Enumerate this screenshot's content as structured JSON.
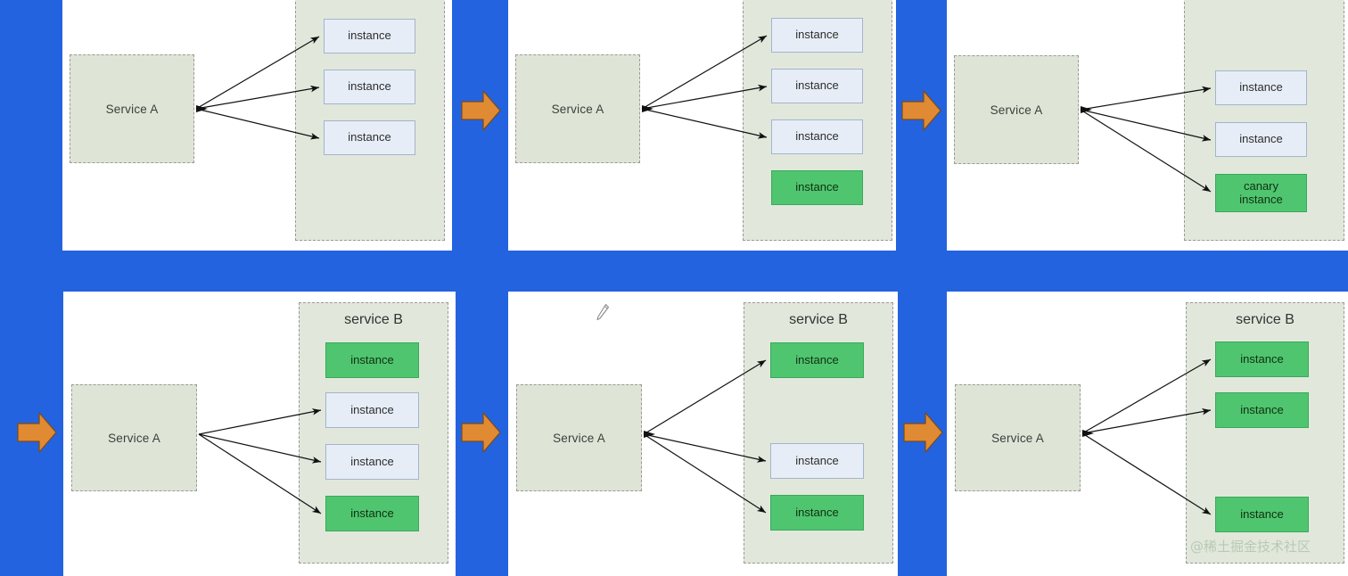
{
  "meta": {
    "background_color": "#2463DF",
    "panel_color": "#ffffff",
    "service_box_color": "#DEE5D6",
    "service_group_color": "#E1E8DB",
    "instance_blue": "#E7EDF7",
    "instance_green": "#4FC56F",
    "step_arrow_color": "#E08A33",
    "watermark_color": "#b9c9b6"
  },
  "labels": {
    "service_a": "Service A",
    "service_b": "service B",
    "instance": "instance",
    "canary_instance_line1": "canary",
    "canary_instance_line2": "instance"
  },
  "watermark": {
    "text": "@稀土掘金技术社区"
  },
  "panels": [
    {
      "id": "panel-1",
      "row": 1,
      "col": 1,
      "source": "Service A",
      "group_title": null,
      "instances": [
        {
          "label": "instance",
          "state": "blue",
          "arrow": true
        },
        {
          "label": "instance",
          "state": "blue",
          "arrow": true
        },
        {
          "label": "instance",
          "state": "blue",
          "arrow": true
        }
      ]
    },
    {
      "id": "panel-2",
      "row": 1,
      "col": 2,
      "source": "Service A",
      "group_title": null,
      "instances": [
        {
          "label": "instance",
          "state": "blue",
          "arrow": true
        },
        {
          "label": "instance",
          "state": "blue",
          "arrow": true
        },
        {
          "label": "instance",
          "state": "blue",
          "arrow": true
        },
        {
          "label": "instance",
          "state": "green",
          "arrow": false
        }
      ]
    },
    {
      "id": "panel-3",
      "row": 1,
      "col": 3,
      "source": "Service A",
      "group_title": null,
      "instances": [
        {
          "label": "instance",
          "state": "blue",
          "arrow": true
        },
        {
          "label": "instance",
          "state": "blue",
          "arrow": true
        },
        {
          "label": "canary instance",
          "state": "green",
          "arrow": true
        }
      ]
    },
    {
      "id": "panel-4",
      "row": 2,
      "col": 1,
      "source": "Service A",
      "group_title": "service B",
      "instances": [
        {
          "label": "instance",
          "state": "green",
          "arrow": false
        },
        {
          "label": "instance",
          "state": "blue",
          "arrow": true
        },
        {
          "label": "instance",
          "state": "blue",
          "arrow": true
        },
        {
          "label": "instance",
          "state": "green",
          "arrow": true
        }
      ]
    },
    {
      "id": "panel-5",
      "row": 2,
      "col": 2,
      "source": "Service A",
      "group_title": "service B",
      "instances": [
        {
          "label": "instance",
          "state": "green",
          "arrow": true
        },
        {
          "label": "instance",
          "state": "blue",
          "arrow": true
        },
        {
          "label": "instance",
          "state": "green",
          "arrow": true
        }
      ]
    },
    {
      "id": "panel-6",
      "row": 2,
      "col": 3,
      "source": "Service A",
      "group_title": "service B",
      "instances": [
        {
          "label": "instance",
          "state": "green",
          "arrow": true
        },
        {
          "label": "instance",
          "state": "green",
          "arrow": true
        },
        {
          "label": "instance",
          "state": "green",
          "arrow": true
        }
      ]
    }
  ],
  "step_arrows": [
    {
      "id": "step-arrow-1",
      "between": "panel-1 to panel-2"
    },
    {
      "id": "step-arrow-2",
      "between": "panel-2 to panel-3"
    },
    {
      "id": "step-arrow-3",
      "between": "panel-3 to panel-4"
    },
    {
      "id": "step-arrow-4",
      "between": "panel-4 to panel-5"
    },
    {
      "id": "step-arrow-5",
      "between": "panel-5 to panel-6"
    }
  ],
  "cursor": {
    "icon": "pencil-cursor",
    "panel": "panel-5"
  }
}
